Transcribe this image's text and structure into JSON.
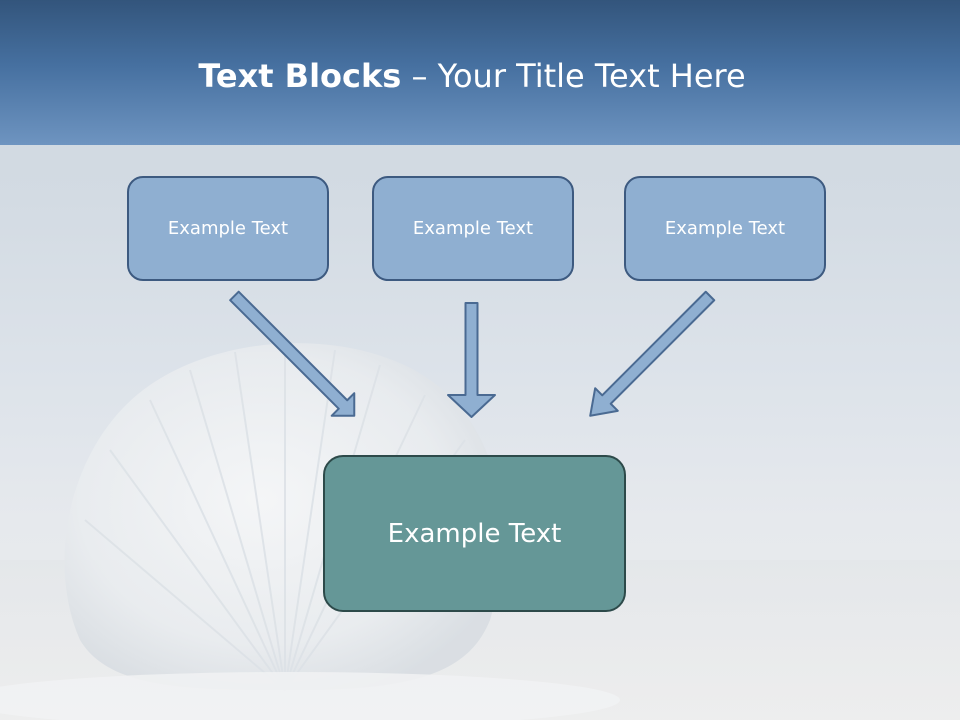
{
  "title": {
    "bold_part": "Text Blocks",
    "separator": " – ",
    "rest": "Your Title Text Here"
  },
  "boxes": {
    "top": [
      {
        "label": "Example Text"
      },
      {
        "label": "Example Text"
      },
      {
        "label": "Example Text"
      }
    ],
    "center": {
      "label": "Example Text"
    }
  },
  "colors": {
    "title_bar": "#4670a0",
    "top_box_fill": "#8fafd1",
    "top_box_border": "#3d5a80",
    "center_box_fill": "#659797",
    "center_box_border": "#2d4a4a",
    "arrow_fill": "#8fafd1",
    "arrow_stroke": "#4a6a92"
  }
}
